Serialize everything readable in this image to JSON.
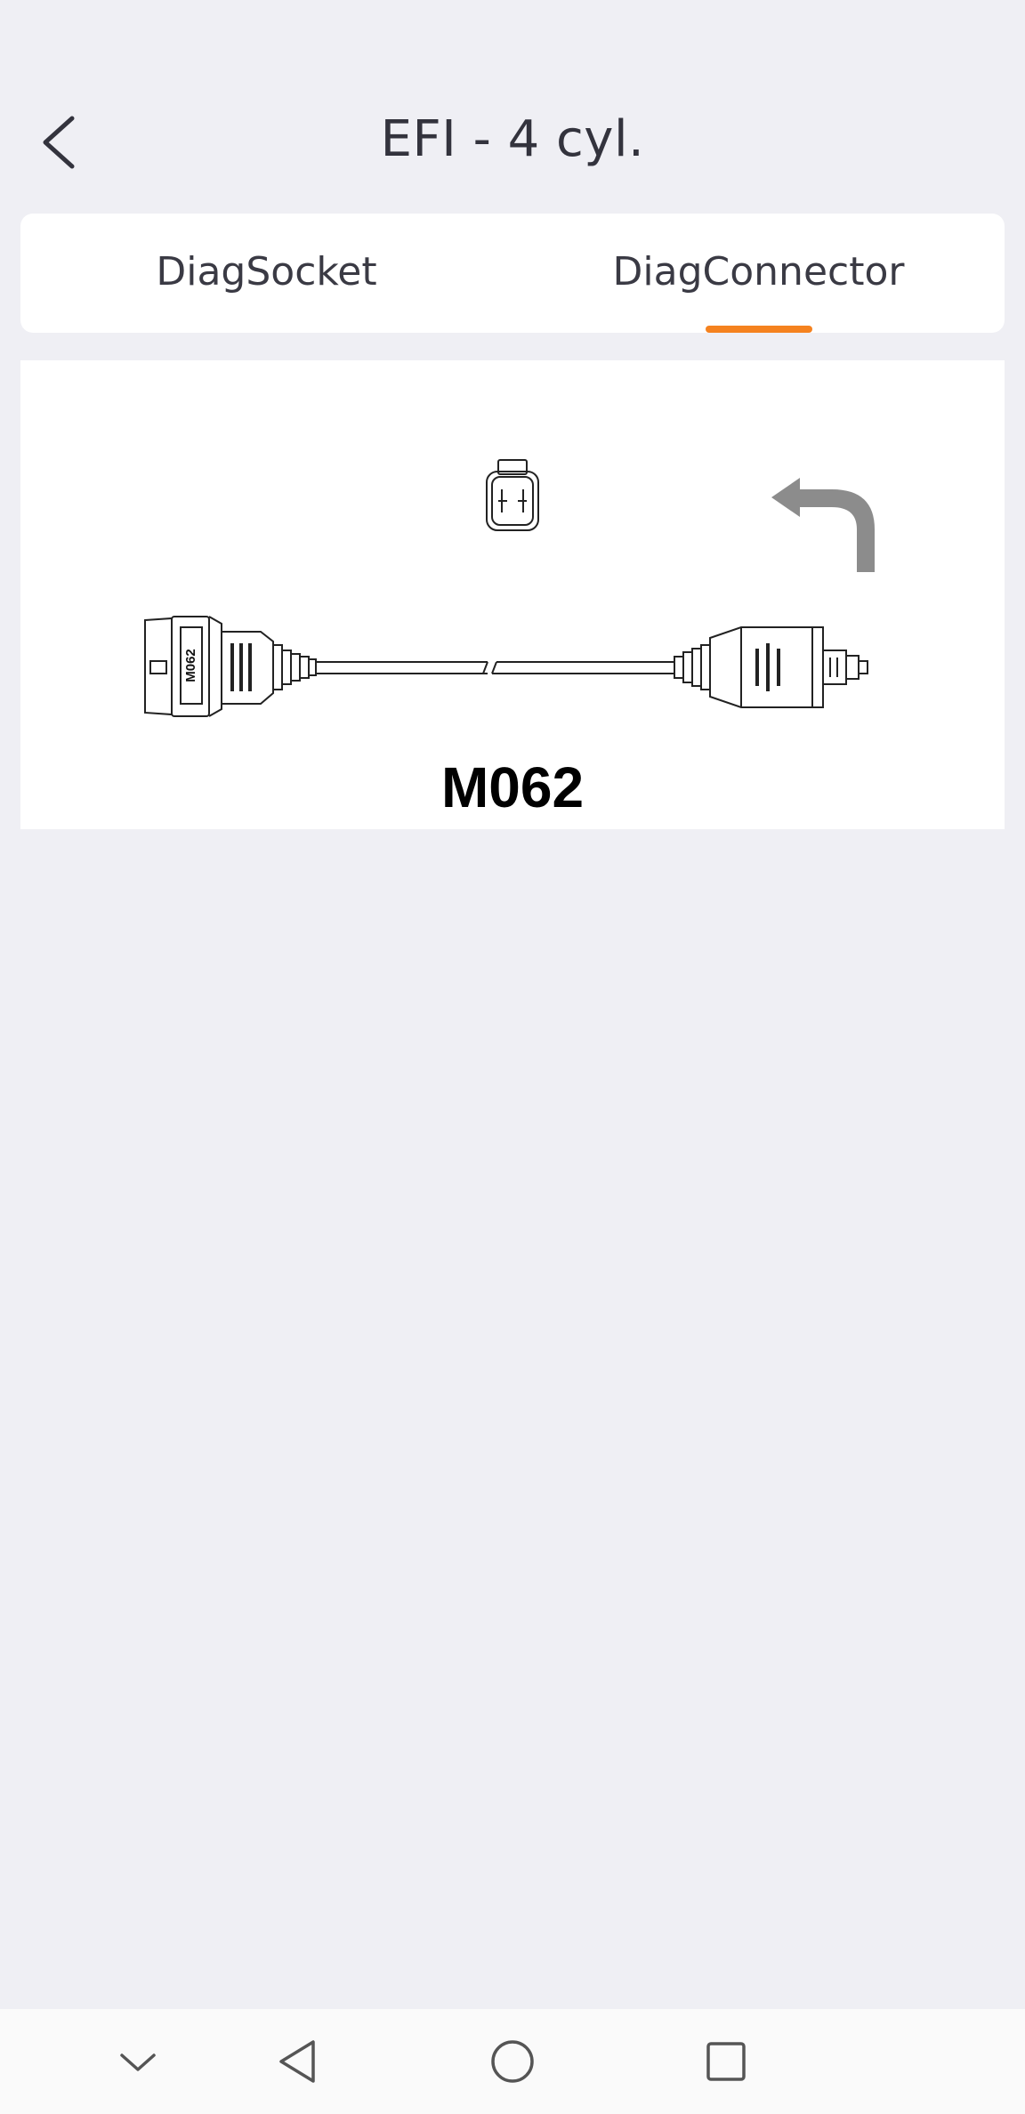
{
  "header": {
    "title": "EFI - 4 cyl.",
    "back_icon": "chevron-left-icon"
  },
  "tabs": [
    {
      "label": "DiagSocket",
      "active": false
    },
    {
      "label": "DiagConnector",
      "active": true
    }
  ],
  "colors": {
    "accent": "#f5821f",
    "background": "#efeff4",
    "card": "#ffffff",
    "text": "#33333d"
  },
  "diagram": {
    "model": "M062",
    "cable_label": "M062",
    "icons": [
      "connector-socket-icon",
      "return-arrow-icon",
      "cable-icon"
    ]
  },
  "navbar": {
    "icons": [
      "chevron-down-icon",
      "back-triangle-icon",
      "home-circle-icon",
      "recent-square-icon"
    ]
  }
}
